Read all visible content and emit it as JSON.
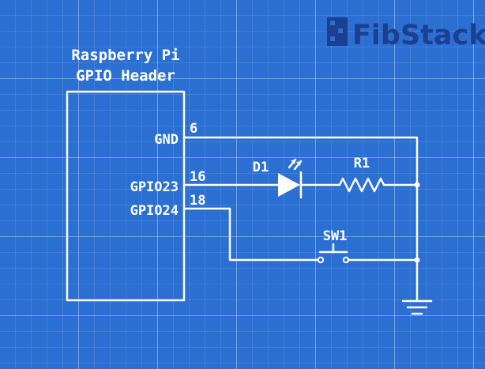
{
  "logo": {
    "text": "FibStack",
    "color": "#1c3f8f"
  },
  "title": {
    "line1": "Raspberry Pi",
    "line2": "GPIO Header"
  },
  "pins": [
    {
      "name": "GND",
      "number": "6"
    },
    {
      "name": "GPIO23",
      "number": "16"
    },
    {
      "name": "GPIO24",
      "number": "18"
    }
  ],
  "components": {
    "led": {
      "label": "D1"
    },
    "resistor": {
      "label": "R1"
    },
    "switch": {
      "label": "SW1"
    }
  },
  "colors": {
    "background": "#2b6fd3",
    "wire": "#ffffff"
  }
}
